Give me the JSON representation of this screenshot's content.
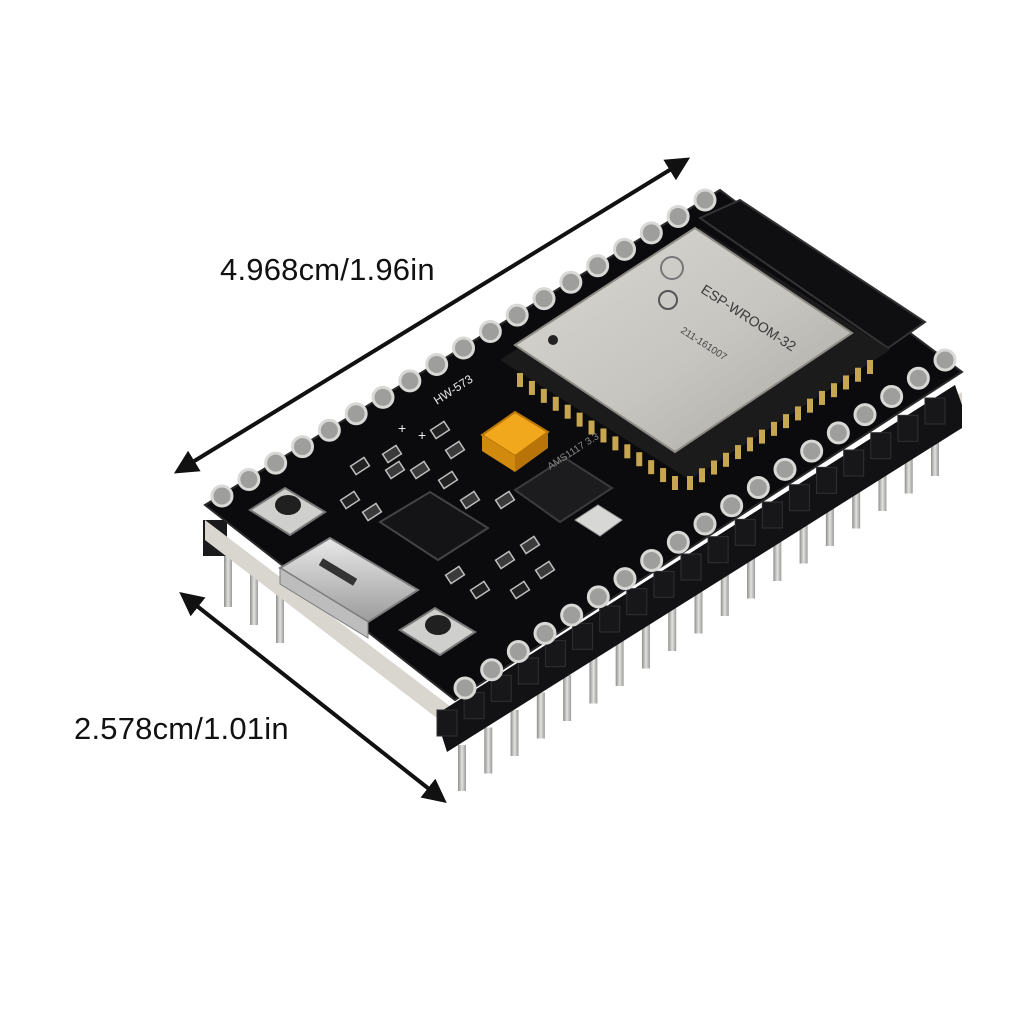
{
  "dimensions": {
    "length": "4.968cm/1.96in",
    "width": "2.578cm/1.01in"
  },
  "board_markings": {
    "board_model": "HW-573",
    "module_name": "ESP-WROOM-32",
    "module_code": "211-161007",
    "regulator": "AMS1117 3.3"
  },
  "colors": {
    "pcb": "#0b0b0d",
    "shield": "#c9c7c1",
    "pins": "#c4c4c2",
    "capacitor": "#f2a81d",
    "arrow": "#111111"
  }
}
